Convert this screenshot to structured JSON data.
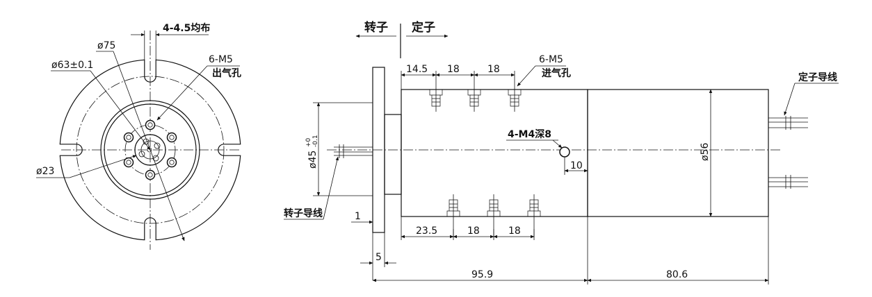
{
  "front_view": {
    "slot_label": "4-4.5均布",
    "d75_label": "ø75",
    "d63_label": "ø63±0.1",
    "outlet_count_label": "6-M5",
    "outlet_label": "出气孔",
    "d23_label": "ø23"
  },
  "side_view": {
    "rotor_label": "转子",
    "stator_label": "定子",
    "inlet_count_label": "6-M5",
    "inlet_label": "进气孔",
    "top_dims": [
      "14.5",
      "18",
      "18"
    ],
    "bottom_dims": [
      "23.5",
      "18",
      "18"
    ],
    "hole_label": "4-M4深8",
    "hole_offset": "10",
    "d56_label": "ø56",
    "d45_label": "ø45",
    "d45_tol_upper": "+0",
    "d45_tol_lower": "-0.1",
    "rotor_wire_label": "转子导线",
    "stator_wire_label": "定子导线",
    "flange_gap": "1",
    "flange_thickness": "5",
    "rotor_length": "95.9",
    "stator_length": "80.6"
  }
}
